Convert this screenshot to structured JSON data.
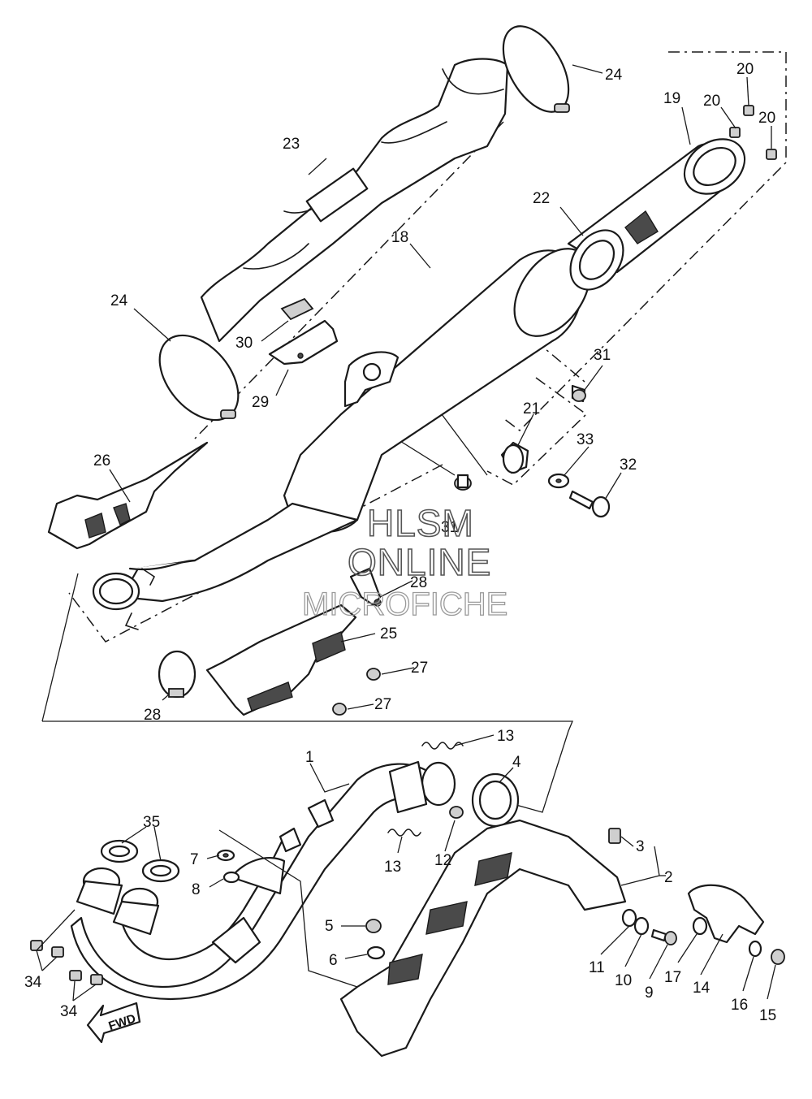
{
  "diagram": {
    "callouts": [
      {
        "id": "c1",
        "label": "1"
      },
      {
        "id": "c2",
        "label": "2"
      },
      {
        "id": "c3",
        "label": "3"
      },
      {
        "id": "c4",
        "label": "4"
      },
      {
        "id": "c5",
        "label": "5"
      },
      {
        "id": "c6",
        "label": "6"
      },
      {
        "id": "c7",
        "label": "7"
      },
      {
        "id": "c8",
        "label": "8"
      },
      {
        "id": "c9",
        "label": "9"
      },
      {
        "id": "c10",
        "label": "10"
      },
      {
        "id": "c11",
        "label": "11"
      },
      {
        "id": "c12",
        "label": "12"
      },
      {
        "id": "c13a",
        "label": "13"
      },
      {
        "id": "c13b",
        "label": "13"
      },
      {
        "id": "c14",
        "label": "14"
      },
      {
        "id": "c15",
        "label": "15"
      },
      {
        "id": "c16",
        "label": "16"
      },
      {
        "id": "c17",
        "label": "17"
      },
      {
        "id": "c18",
        "label": "18"
      },
      {
        "id": "c19",
        "label": "19"
      },
      {
        "id": "c20a",
        "label": "20"
      },
      {
        "id": "c20b",
        "label": "20"
      },
      {
        "id": "c20c",
        "label": "20"
      },
      {
        "id": "c21",
        "label": "21"
      },
      {
        "id": "c22",
        "label": "22"
      },
      {
        "id": "c23",
        "label": "23"
      },
      {
        "id": "c24a",
        "label": "24"
      },
      {
        "id": "c24b",
        "label": "24"
      },
      {
        "id": "c25",
        "label": "25"
      },
      {
        "id": "c26",
        "label": "26"
      },
      {
        "id": "c27a",
        "label": "27"
      },
      {
        "id": "c27b",
        "label": "27"
      },
      {
        "id": "c28a",
        "label": "28"
      },
      {
        "id": "c28b",
        "label": "28"
      },
      {
        "id": "c29",
        "label": "29"
      },
      {
        "id": "c30",
        "label": "30"
      },
      {
        "id": "c31a",
        "label": "31"
      },
      {
        "id": "c31b",
        "label": "31"
      },
      {
        "id": "c32",
        "label": "32"
      },
      {
        "id": "c33",
        "label": "33"
      },
      {
        "id": "c34a",
        "label": "34"
      },
      {
        "id": "c34b",
        "label": "34"
      },
      {
        "id": "c35",
        "label": "35"
      }
    ],
    "fwd_label": "FWD",
    "watermark": {
      "line1": "HLSM",
      "line2": "ONLINE",
      "line3": "MICROFICHE"
    }
  }
}
